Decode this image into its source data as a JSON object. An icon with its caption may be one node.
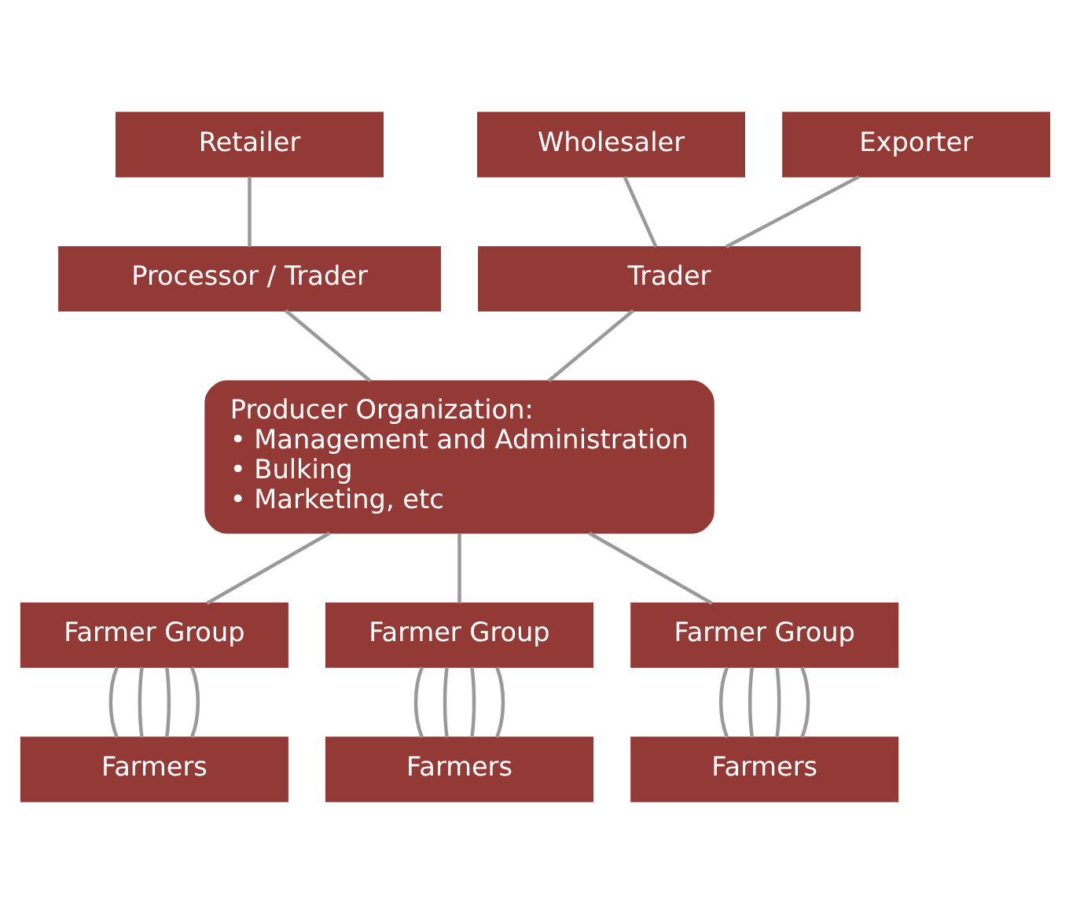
{
  "diagram": {
    "nodes": [
      {
        "text": [
          "Retailer"
        ]
      },
      {
        "text": [
          "Wholesaler"
        ]
      },
      {
        "text": [
          "Exporter"
        ]
      },
      {
        "text": [
          "Processor / Trader"
        ]
      },
      {
        "text": [
          "Trader"
        ]
      },
      {
        "text": [
          "Producer Organization:",
          "• Management and Administration",
          "• Bulking",
          "• Marketing, etc"
        ]
      },
      {
        "text": [
          "Farmer Group"
        ]
      },
      {
        "text": [
          "Farmer Group"
        ]
      },
      {
        "text": [
          "Farmer Group"
        ]
      },
      {
        "text": [
          "Farmers"
        ]
      },
      {
        "text": [
          "Farmers"
        ]
      },
      {
        "text": [
          "Farmers"
        ]
      }
    ],
    "edges": [
      {
        "from": 0,
        "to": 3,
        "arrow": "none"
      },
      {
        "from": 1,
        "to": 4,
        "arrow": "none"
      },
      {
        "from": 2,
        "to": 4,
        "arrow": "none"
      },
      {
        "from": 3,
        "to": 5,
        "arrow": "none"
      },
      {
        "from": 4,
        "to": 5,
        "arrow": "none"
      },
      {
        "from": 5,
        "to": 6,
        "arrow": "none"
      },
      {
        "from": 5,
        "to": 7,
        "arrow": "none"
      },
      {
        "from": 5,
        "to": 8,
        "arrow": "none"
      },
      {
        "from": 6,
        "to": 9,
        "arrow": "none"
      },
      {
        "from": 6,
        "to": 9,
        "arrow": "none"
      },
      {
        "from": 6,
        "to": 9,
        "arrow": "none"
      },
      {
        "from": 6,
        "to": 9,
        "arrow": "none"
      },
      {
        "from": 7,
        "to": 10,
        "arrow": "none"
      },
      {
        "from": 7,
        "to": 10,
        "arrow": "none"
      },
      {
        "from": 7,
        "to": 10,
        "arrow": "none"
      },
      {
        "from": 7,
        "to": 10,
        "arrow": "none"
      },
      {
        "from": 8,
        "to": 11,
        "arrow": "none"
      },
      {
        "from": 8,
        "to": 11,
        "arrow": "none"
      },
      {
        "from": 8,
        "to": 11,
        "arrow": "none"
      },
      {
        "from": 8,
        "to": 11,
        "arrow": "none"
      }
    ]
  }
}
